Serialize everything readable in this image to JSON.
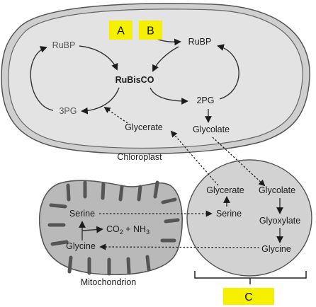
{
  "colors": {
    "chloroplast_fill": "#e3e3e3",
    "chloroplast_outer": "#7a7a7a",
    "peroxisome_fill": "#d2d2d2",
    "mitochondrion_fill": "#b9b9b9",
    "highlight": "#f4f000"
  },
  "chloroplast": {
    "name": "Chloroplast",
    "rubp_left": "RuBP",
    "rubp_right": "RuBP",
    "rubisco": "RuBisCO",
    "pg3": "3PG",
    "pg2": "2PG",
    "glycerate": "Glycerate",
    "glycolate": "Glycolate"
  },
  "peroxisome": {
    "glycerate": "Glycerate",
    "glycolate": "Glycolate",
    "serine": "Serine",
    "glyoxylate": "Glyoxylate",
    "glycine": "Glycine"
  },
  "mitochondrion": {
    "name": "Mitochondrion",
    "serine": "Serine",
    "glycine": "Glycine",
    "co2": "CO",
    "co2_sub": "2",
    "nh3_prefix": " + NH",
    "nh3_sub": "3"
  },
  "tags": {
    "a": "A",
    "b": "B",
    "c": "C"
  }
}
